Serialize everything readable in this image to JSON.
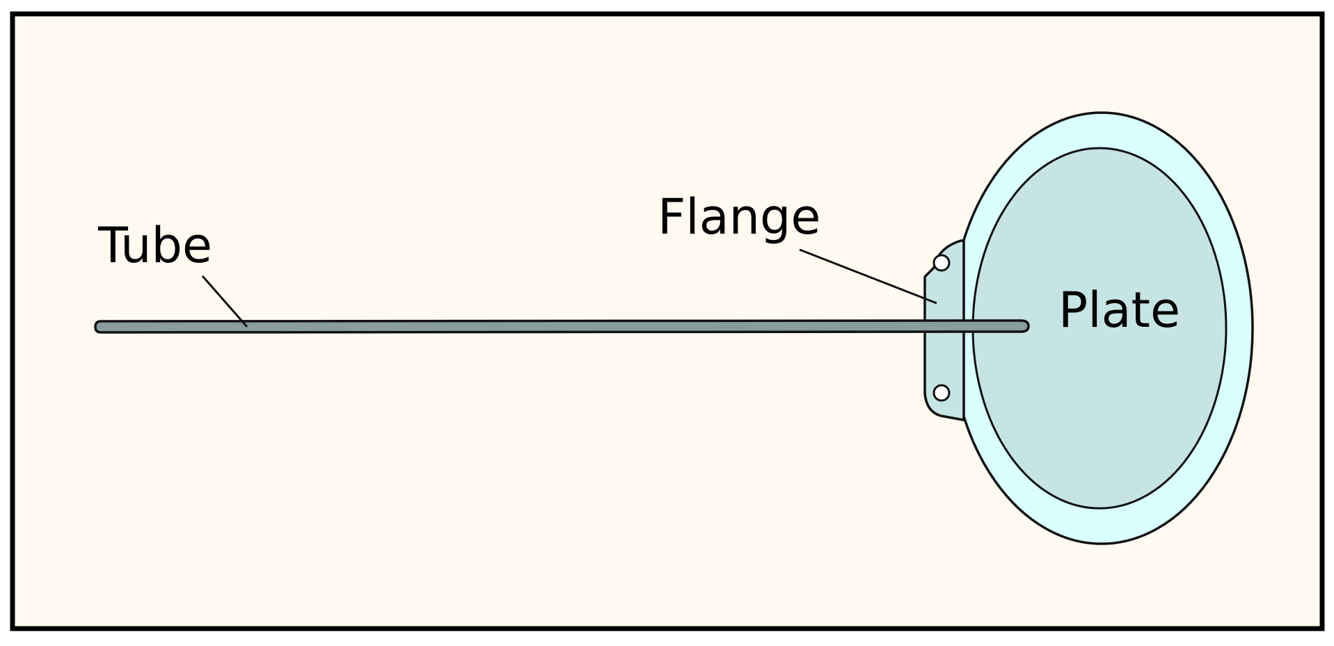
{
  "labels": {
    "tube": "Tube",
    "flange": "Flange",
    "plate": "Plate"
  },
  "colors": {
    "background": "#fff9f0",
    "border": "#000000",
    "tube_fill": "#8a9c9c",
    "plate_rim_fill": "#d9ffff",
    "plate_face_fill": "#c7e4e4",
    "flange_fill": "#c7e4e4",
    "outline": "#111111"
  }
}
